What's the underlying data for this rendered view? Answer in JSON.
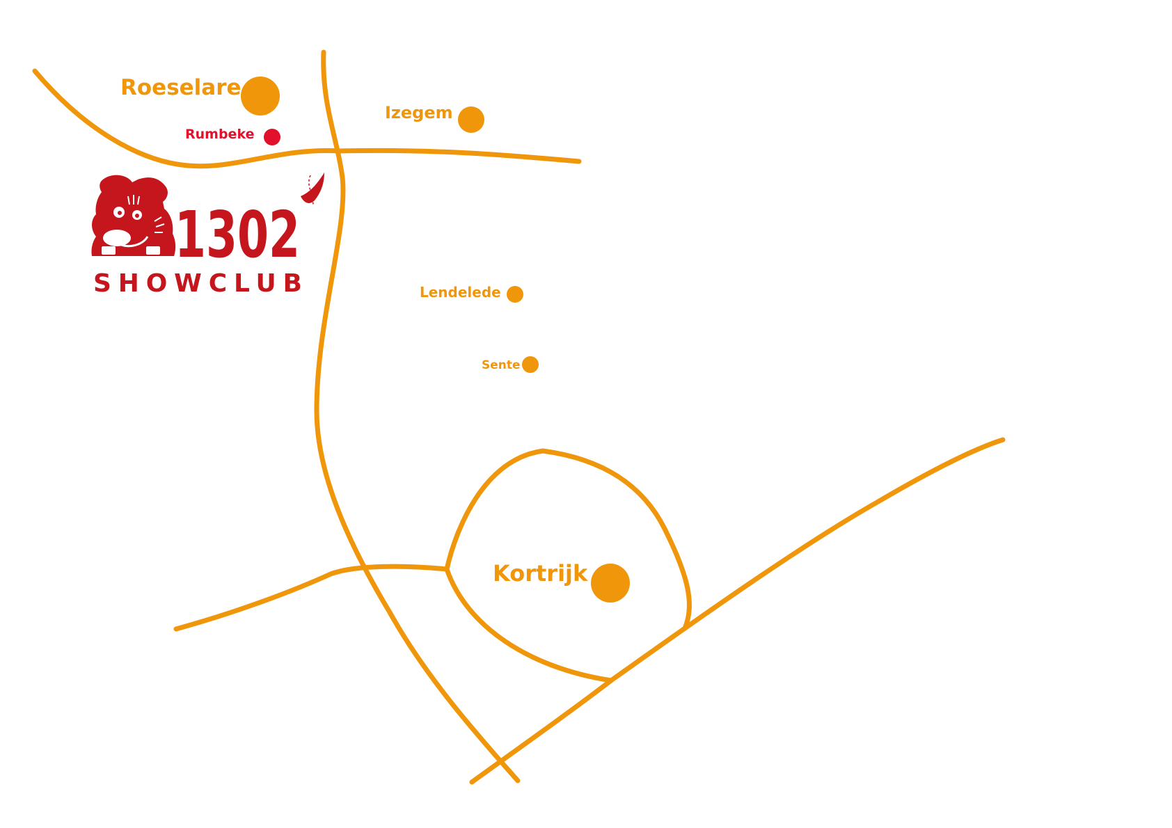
{
  "colors": {
    "road": "#f0960a",
    "city": "#f0960a",
    "highlight": "#e2102a",
    "logo": "#c4161c",
    "background": "#ffffff"
  },
  "cities": {
    "roeselare": {
      "name": "Roeselare"
    },
    "rumbeke": {
      "name": "Rumbeke"
    },
    "izegem": {
      "name": "Izegem"
    },
    "lendelede": {
      "name": "Lendelede"
    },
    "sente": {
      "name": "Sente"
    },
    "kortrijk": {
      "name": "Kortrijk"
    }
  },
  "logo": {
    "number": "1302",
    "word": "SHOWCLUB",
    "mascot": "dog-mascot-icon"
  }
}
